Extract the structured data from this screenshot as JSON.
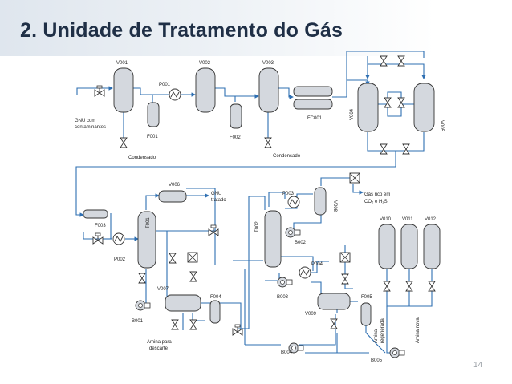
{
  "slide": {
    "title": "2. Unidade de Tratamento do Gás",
    "page_number": "14"
  },
  "equipment": {
    "V001": "V001",
    "V002": "V002",
    "V003": "V003",
    "V004": "V004",
    "V005": "V005",
    "V006": "V006",
    "V007": "V007",
    "V008": "V008",
    "V009": "V009",
    "V010": "V010",
    "V011": "V011",
    "V012": "V012",
    "P001": "P001",
    "P002": "P002",
    "P003": "P003",
    "P004": "P004",
    "F001": "F001",
    "F002": "F002",
    "F003": "F003",
    "F004": "F004",
    "F005": "F005",
    "FC001": "FC001",
    "T001": "T001",
    "T002": "T002",
    "B001": "B001",
    "B002": "B002",
    "B003": "B003",
    "B004": "B004",
    "B005": "B005"
  },
  "streams": {
    "gnu_in": [
      "GNU com",
      "contaminantes"
    ],
    "condensado": "Condensado",
    "gnu_tratado": [
      "GNU",
      "tratado"
    ],
    "gas_rico": [
      "Gás rico em",
      "CO₂ e H₂S"
    ],
    "amina_descarte": [
      "Amina para",
      "descarte"
    ],
    "amina_regenerada": [
      "Amina",
      "regenerada"
    ],
    "amina_nova": "Amina nova"
  }
}
